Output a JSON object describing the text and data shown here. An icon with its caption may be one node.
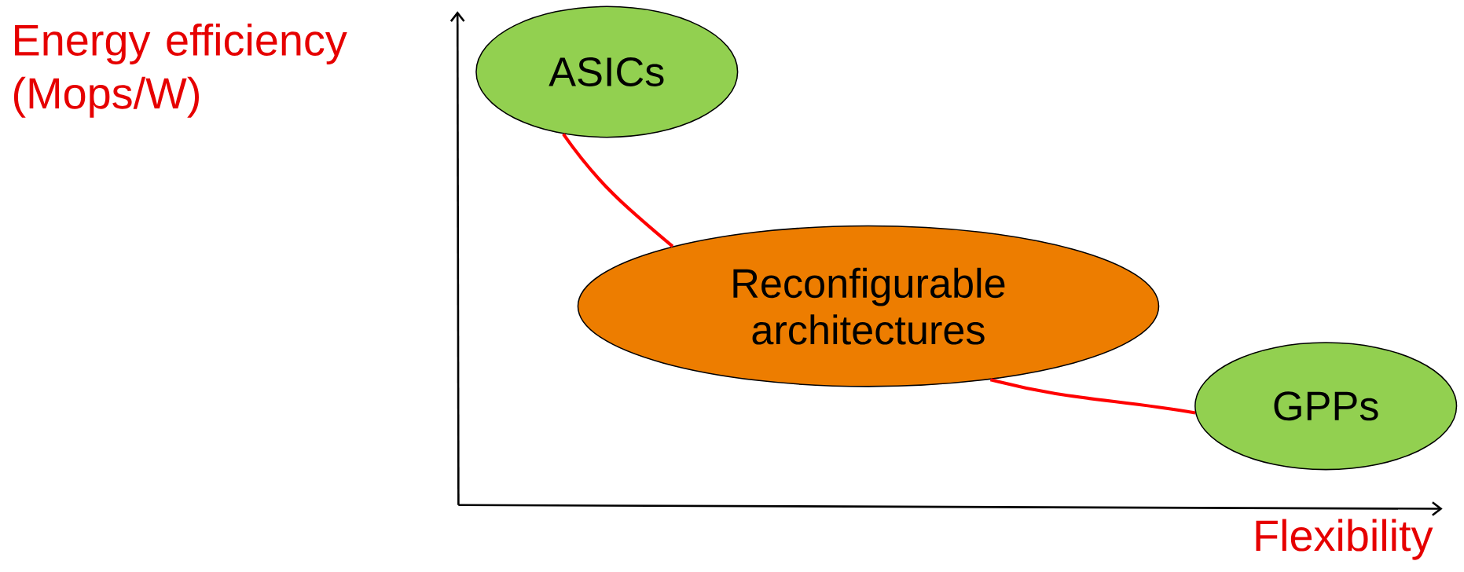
{
  "diagram": {
    "nodes": [
      {
        "text": [
          "ASICs"
        ]
      },
      {
        "text": [
          "Reconfigurable architectures"
        ]
      },
      {
        "text": [
          "GPPs"
        ]
      }
    ],
    "edges": [
      {
        "from": 0,
        "to": 1,
        "arrow": "none"
      },
      {
        "from": 1,
        "to": 2,
        "arrow": "none"
      }
    ],
    "labels": [
      "Energy efficiency (Mops/W)",
      "Flexibility"
    ]
  }
}
